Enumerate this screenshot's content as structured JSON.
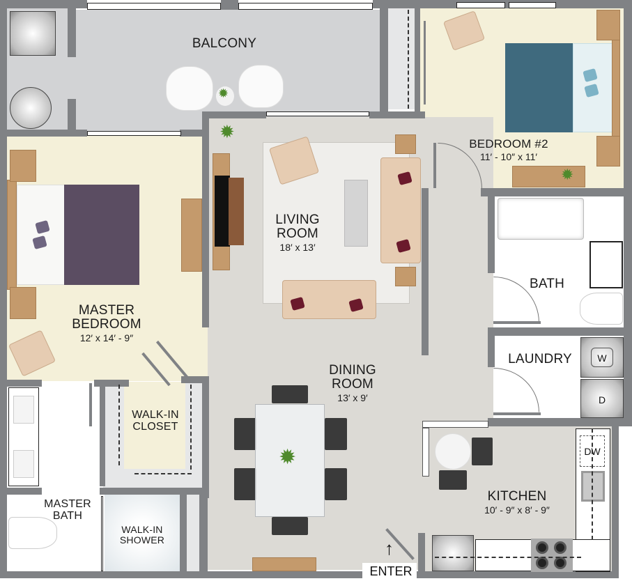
{
  "floorplan": {
    "rooms": {
      "balcony": {
        "name": "BALCONY"
      },
      "bedroom2": {
        "name": "BEDROOM #2",
        "dimensions": "11′ - 10″ x 11′"
      },
      "living": {
        "name_line1": "LIVING",
        "name_line2": "ROOM",
        "dimensions": "18′ x 13′"
      },
      "master_bedroom": {
        "name_line1": "MASTER",
        "name_line2": "BEDROOM",
        "dimensions": "12′ x 14′ - 9″"
      },
      "bath": {
        "name": "BATH"
      },
      "laundry": {
        "name": "LAUNDRY"
      },
      "dining": {
        "name_line1": "DINING",
        "name_line2": "ROOM",
        "dimensions": "13′ x 9′"
      },
      "walk_in_closet": {
        "name_line1": "WALK-IN",
        "name_line2": "CLOSET"
      },
      "master_bath": {
        "name_line1": "MASTER",
        "name_line2": "BATH"
      },
      "walk_in_shower": {
        "name_line1": "WALK-IN",
        "name_line2": "SHOWER"
      },
      "kitchen": {
        "name": "KITCHEN",
        "dimensions": "10′ - 9″ x 8′ - 9″"
      }
    },
    "appliances": {
      "washer": "W",
      "dryer": "D",
      "dishwasher": "DW"
    },
    "entrance": {
      "label": "ENTER",
      "arrow": "↑"
    },
    "plant_icon": "✹",
    "colors": {
      "wall": "#808285",
      "bedroom_floor": "#f4f0d9",
      "living_floor": "#dcdad5",
      "balcony_floor": "#d2d3d5",
      "bath_floor": "#ffffff",
      "bed_purple": "#5b4d62",
      "bed_blue": "#3f6a7e",
      "sofa": "#e6ccb2",
      "pillow": "#6b1a2c"
    }
  }
}
